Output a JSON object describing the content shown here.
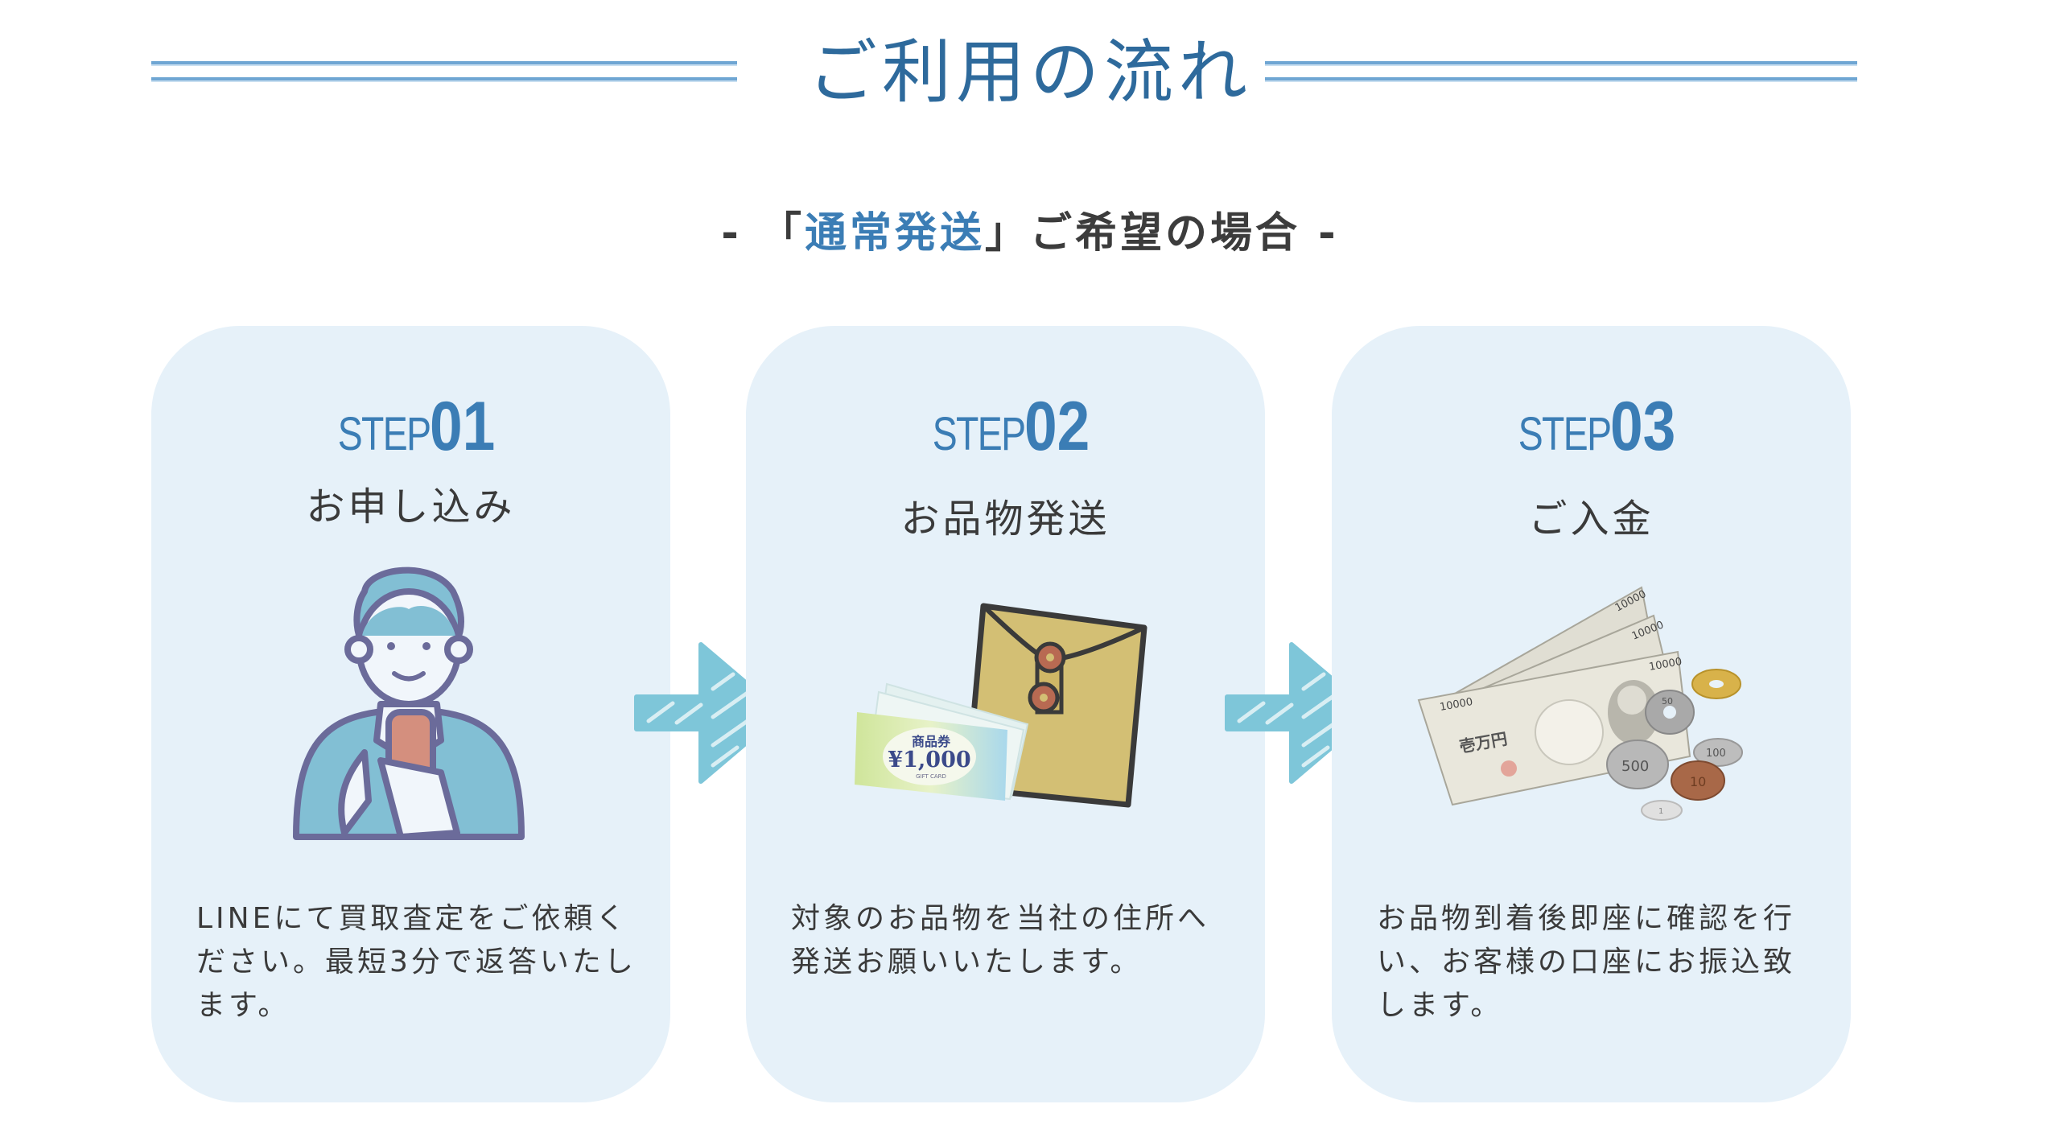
{
  "header": {
    "title": "ご利用の流れ",
    "subtitle_prefix": "- 「",
    "subtitle_highlight": "通常発送",
    "subtitle_suffix": "」ご希望の場合 -"
  },
  "colors": {
    "title": "#2e6a9c",
    "accent": "#3b7db5",
    "card_bg": "#e6f1f9",
    "arrow": "#7ec6d9",
    "text": "#3a3a3a"
  },
  "steps": [
    {
      "step_word": "STEP",
      "step_num": "01",
      "title": "お申し込み",
      "illustration": "person-with-smartphone-icon",
      "description": "LINEにて買取査定をご依頼ください。最短3分で返答いたします。"
    },
    {
      "step_word": "STEP",
      "step_num": "02",
      "title": "お品物発送",
      "illustration": "envelope-and-gift-card-icon",
      "gift_card": {
        "label": "商品券",
        "amount": "¥1,000",
        "sub": "GIFT CARD"
      },
      "description": "対象のお品物を当社の住所へ発送お願いいたします。"
    },
    {
      "step_word": "STEP",
      "step_num": "03",
      "title": "ご入金",
      "illustration": "yen-bills-and-coins-icon",
      "bill": {
        "value": "10000",
        "label": "壱万円"
      },
      "coins": [
        "50",
        "500",
        "100",
        "10",
        "1"
      ],
      "description": "お品物到着後即座に確認を行い、お客様の口座にお振込致します。"
    }
  ],
  "arrows": [
    "arrow-right-icon",
    "arrow-right-icon"
  ]
}
